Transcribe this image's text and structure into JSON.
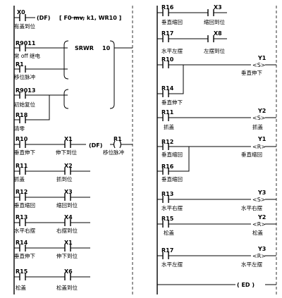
{
  "diagram": {
    "left": [
      {
        "contacts": [
          {
            "addr": "X0",
            "cn": "有盖到位"
          }
        ],
        "instr": "(DF)",
        "func": "[ F0 mv, k1, WR10 ]"
      },
      {
        "contacts": [
          {
            "addr": "R9011",
            "cn": "常 off 继电"
          },
          {
            "addr": "R1",
            "cn": "移位脉冲"
          },
          {
            "addr": "R9013",
            "cn": "初始复位"
          },
          {
            "addr": "R18",
            "cn": "清零"
          }
        ],
        "instr": "SRWR",
        "instr_val": "10"
      },
      {
        "contacts": [
          {
            "addr": "R10",
            "cn": "垂直伸下"
          },
          {
            "addr": "X1",
            "cn": "伸下到位"
          }
        ],
        "instr": "(DF)",
        "coil": {
          "addr": "R1",
          "cn": "移位脉冲"
        }
      },
      {
        "contacts": [
          {
            "addr": "R11",
            "cn": "抓盖"
          },
          {
            "addr": "X2",
            "cn": "抓到位"
          }
        ]
      },
      {
        "contacts": [
          {
            "addr": "R12",
            "cn": "垂直缩回"
          },
          {
            "addr": "X3",
            "cn": "缩回到位"
          }
        ]
      },
      {
        "contacts": [
          {
            "addr": "R13",
            "cn": "水平右摆"
          },
          {
            "addr": "X4",
            "cn": "右摆到位"
          }
        ]
      },
      {
        "contacts": [
          {
            "addr": "R14",
            "cn": "垂直伸下"
          },
          {
            "addr": "X1",
            "cn": "伸下到位"
          }
        ]
      },
      {
        "contacts": [
          {
            "addr": "R15",
            "cn": "松盖"
          },
          {
            "addr": "X6",
            "cn": "松盖到位"
          }
        ]
      }
    ],
    "right": [
      {
        "contacts": [
          {
            "addr": "R16",
            "cn": "垂直缩回"
          },
          {
            "addr": "X3",
            "cn": "缩回到位"
          }
        ]
      },
      {
        "contacts": [
          {
            "addr": "R17",
            "cn": "水平左摆"
          },
          {
            "addr": "X8",
            "cn": "左摆到位"
          }
        ]
      },
      {
        "contacts": [
          {
            "addr": "R10",
            "cn": ""
          },
          {
            "addr": "R14",
            "cn": "垂直伸下"
          }
        ],
        "coil": {
          "addr": "Y1",
          "type": "<S>",
          "cn": "垂直伸下"
        }
      },
      {
        "contacts": [
          {
            "addr": "R11",
            "cn": "抓盖"
          }
        ],
        "coil": {
          "addr": "Y2",
          "type": "<S>",
          "cn": "抓盖"
        }
      },
      {
        "contacts": [
          {
            "addr": "R12",
            "cn": "垂直缩回"
          },
          {
            "addr": "R16",
            "cn": "垂直缩回"
          }
        ],
        "coil": {
          "addr": "Y1",
          "type": "<R>",
          "cn": "垂直缩回"
        }
      },
      {
        "contacts": [
          {
            "addr": "R13",
            "cn": "水平右摆"
          }
        ],
        "coil": {
          "addr": "Y3",
          "type": "<S>",
          "cn": "水平右摆"
        }
      },
      {
        "contacts": [
          {
            "addr": "R15",
            "cn": "松盖"
          }
        ],
        "coil": {
          "addr": "Y2",
          "type": "<R>",
          "cn": "松盖"
        }
      },
      {
        "contacts": [
          {
            "addr": "R17",
            "cn": "水平左摆"
          }
        ],
        "coil": {
          "addr": "Y3",
          "type": "<R>",
          "cn": "水平左摆"
        }
      },
      {
        "end_label": "( ED )"
      }
    ]
  }
}
